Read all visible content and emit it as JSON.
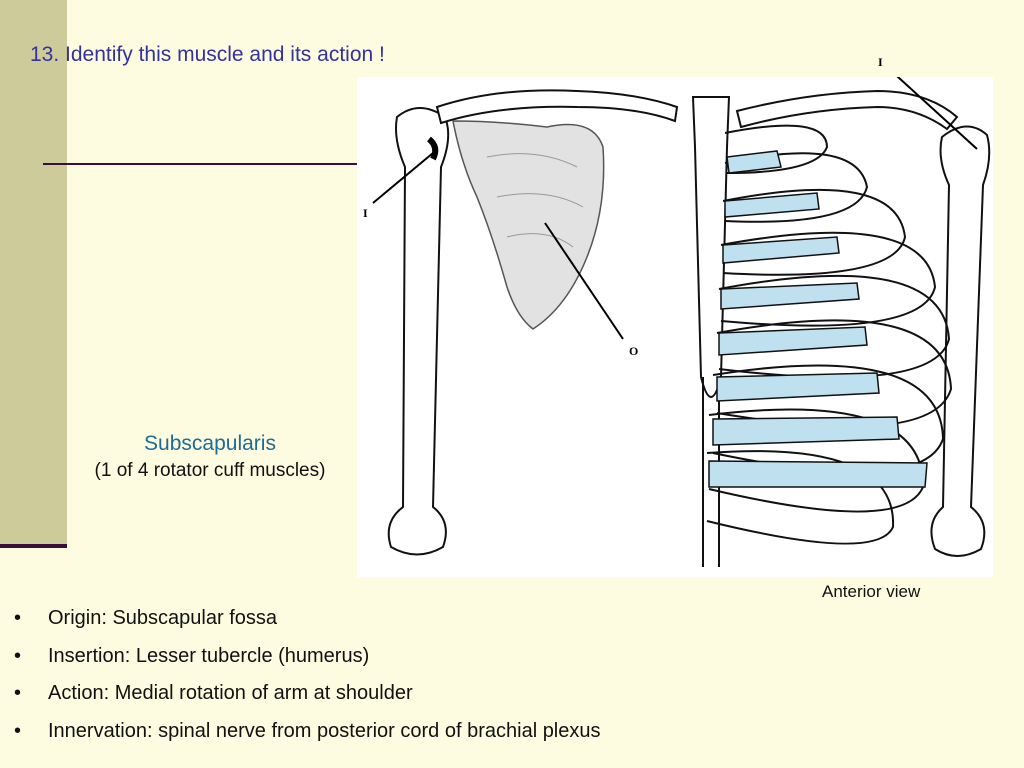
{
  "slide": {
    "title": "13. Identify this muscle and its action !",
    "answer_name": "Subscapularis",
    "answer_note": "(1 of 4 rotator cuff muscles)",
    "figure_caption": "Anterior view",
    "figure_labels": {
      "insertion_left": "I",
      "insertion_right": "I",
      "origin": "O"
    },
    "bullet_glyph": "•",
    "bullets": [
      "Origin: Subscapular fossa",
      "Insertion: Lesser tubercle (humerus)",
      "Action: Medial rotation of arm at shoulder",
      "Innervation: spinal nerve from posterior cord of brachial plexus"
    ]
  },
  "colors": {
    "background": "#fdfce1",
    "side_bar": "#cdcb9a",
    "accent_line": "#3a0d3a",
    "title_text": "#333399",
    "answer_text": "#1d6d93",
    "cartilage": "#bfe0ef"
  }
}
